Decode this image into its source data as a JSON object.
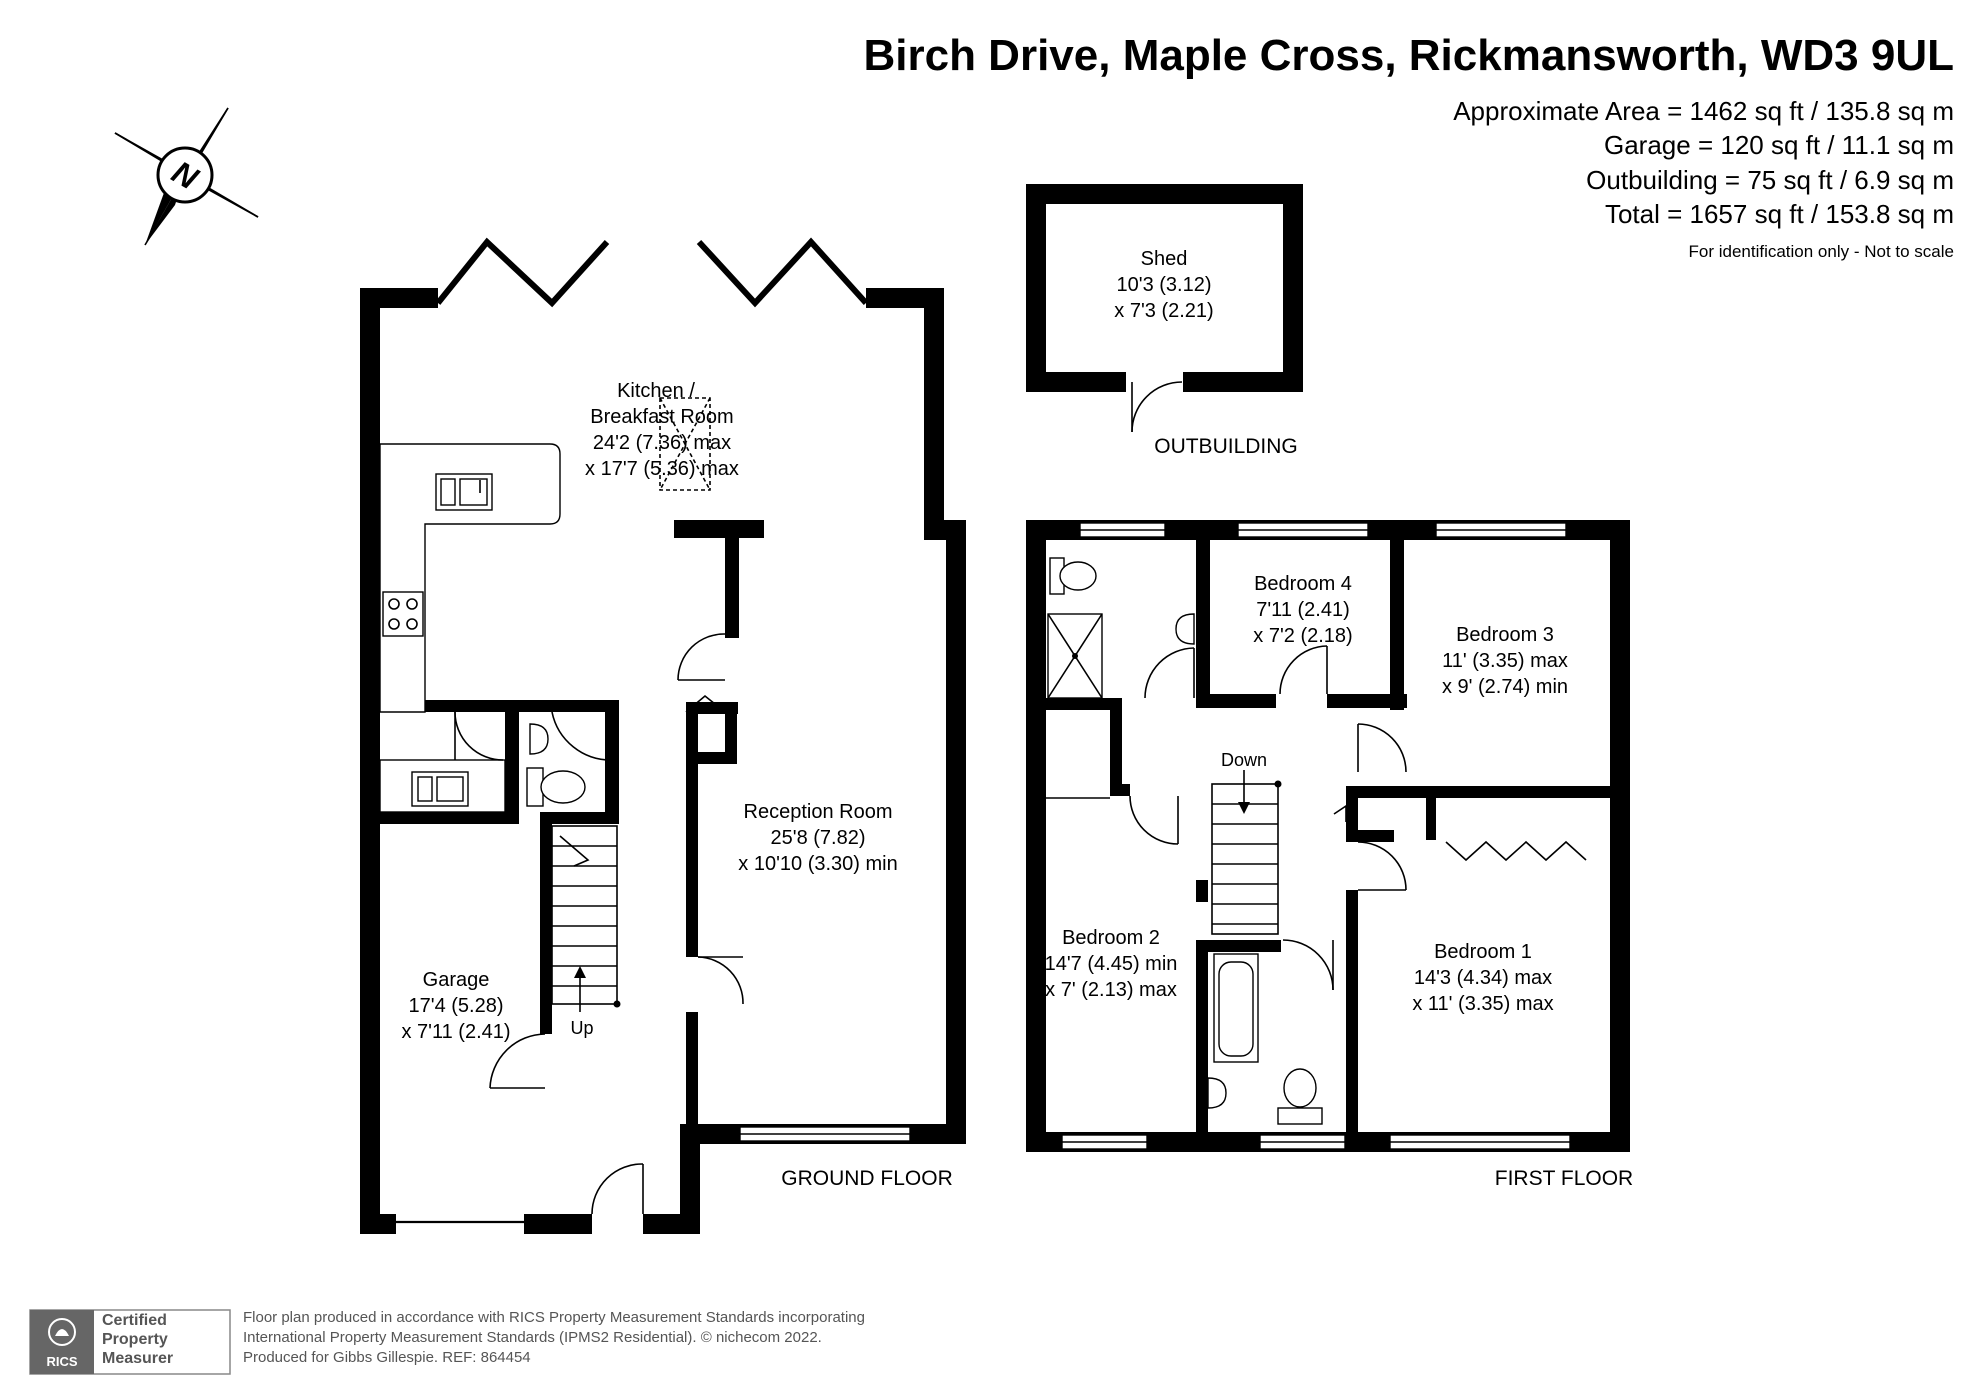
{
  "header": {
    "title": "Birch Drive, Maple Cross, Rickmansworth, WD3 9UL",
    "areas": [
      "Approximate Area = 1462 sq ft / 135.8 sq m",
      "Garage = 120 sq ft / 11.1 sq m",
      "Outbuilding = 75 sq ft / 6.9 sq m",
      "Total = 1657 sq ft / 153.8 sq m"
    ],
    "disclaimer": "For identification only - Not to scale"
  },
  "compass": {
    "letter": "N",
    "icon": "compass-icon"
  },
  "floors": {
    "ground": "GROUND FLOOR",
    "first": "FIRST FLOOR",
    "outbuilding": "OUTBUILDING"
  },
  "rooms": {
    "kitchen": [
      "Kitchen /",
      "Breakfast Room",
      "24'2 (7.36) max",
      "x 17'7 (5.36) max"
    ],
    "reception": [
      "Reception Room",
      "25'8 (7.82)",
      "x 10'10 (3.30) min"
    ],
    "garage": [
      "Garage",
      "17'4 (5.28)",
      "x 7'11 (2.41)"
    ],
    "shed": [
      "Shed",
      "10'3 (3.12)",
      "x 7'3 (2.21)"
    ],
    "bedroom4": [
      "Bedroom 4",
      "7'11 (2.41)",
      "x 7'2 (2.18)"
    ],
    "bedroom3": [
      "Bedroom 3",
      "11' (3.35) max",
      "x 9' (2.74) min"
    ],
    "bedroom2": [
      "Bedroom 2",
      "14'7 (4.45) min",
      "x 7' (2.13) max"
    ],
    "bedroom1": [
      "Bedroom 1",
      "14'3 (4.34) max",
      "x 11' (3.35) max"
    ]
  },
  "stairs": {
    "up": "Up",
    "down": "Down"
  },
  "footer": {
    "badge_brand": "RICS",
    "badge_lines": [
      "Certified",
      "Property",
      "Measurer"
    ],
    "text_lines": [
      "Floor plan produced in accordance with RICS Property Measurement Standards incorporating",
      "International Property Measurement Standards (IPMS2 Residential).   © nichecom 2022.",
      "Produced for Gibbs Gillespie.   REF:  864454"
    ]
  }
}
